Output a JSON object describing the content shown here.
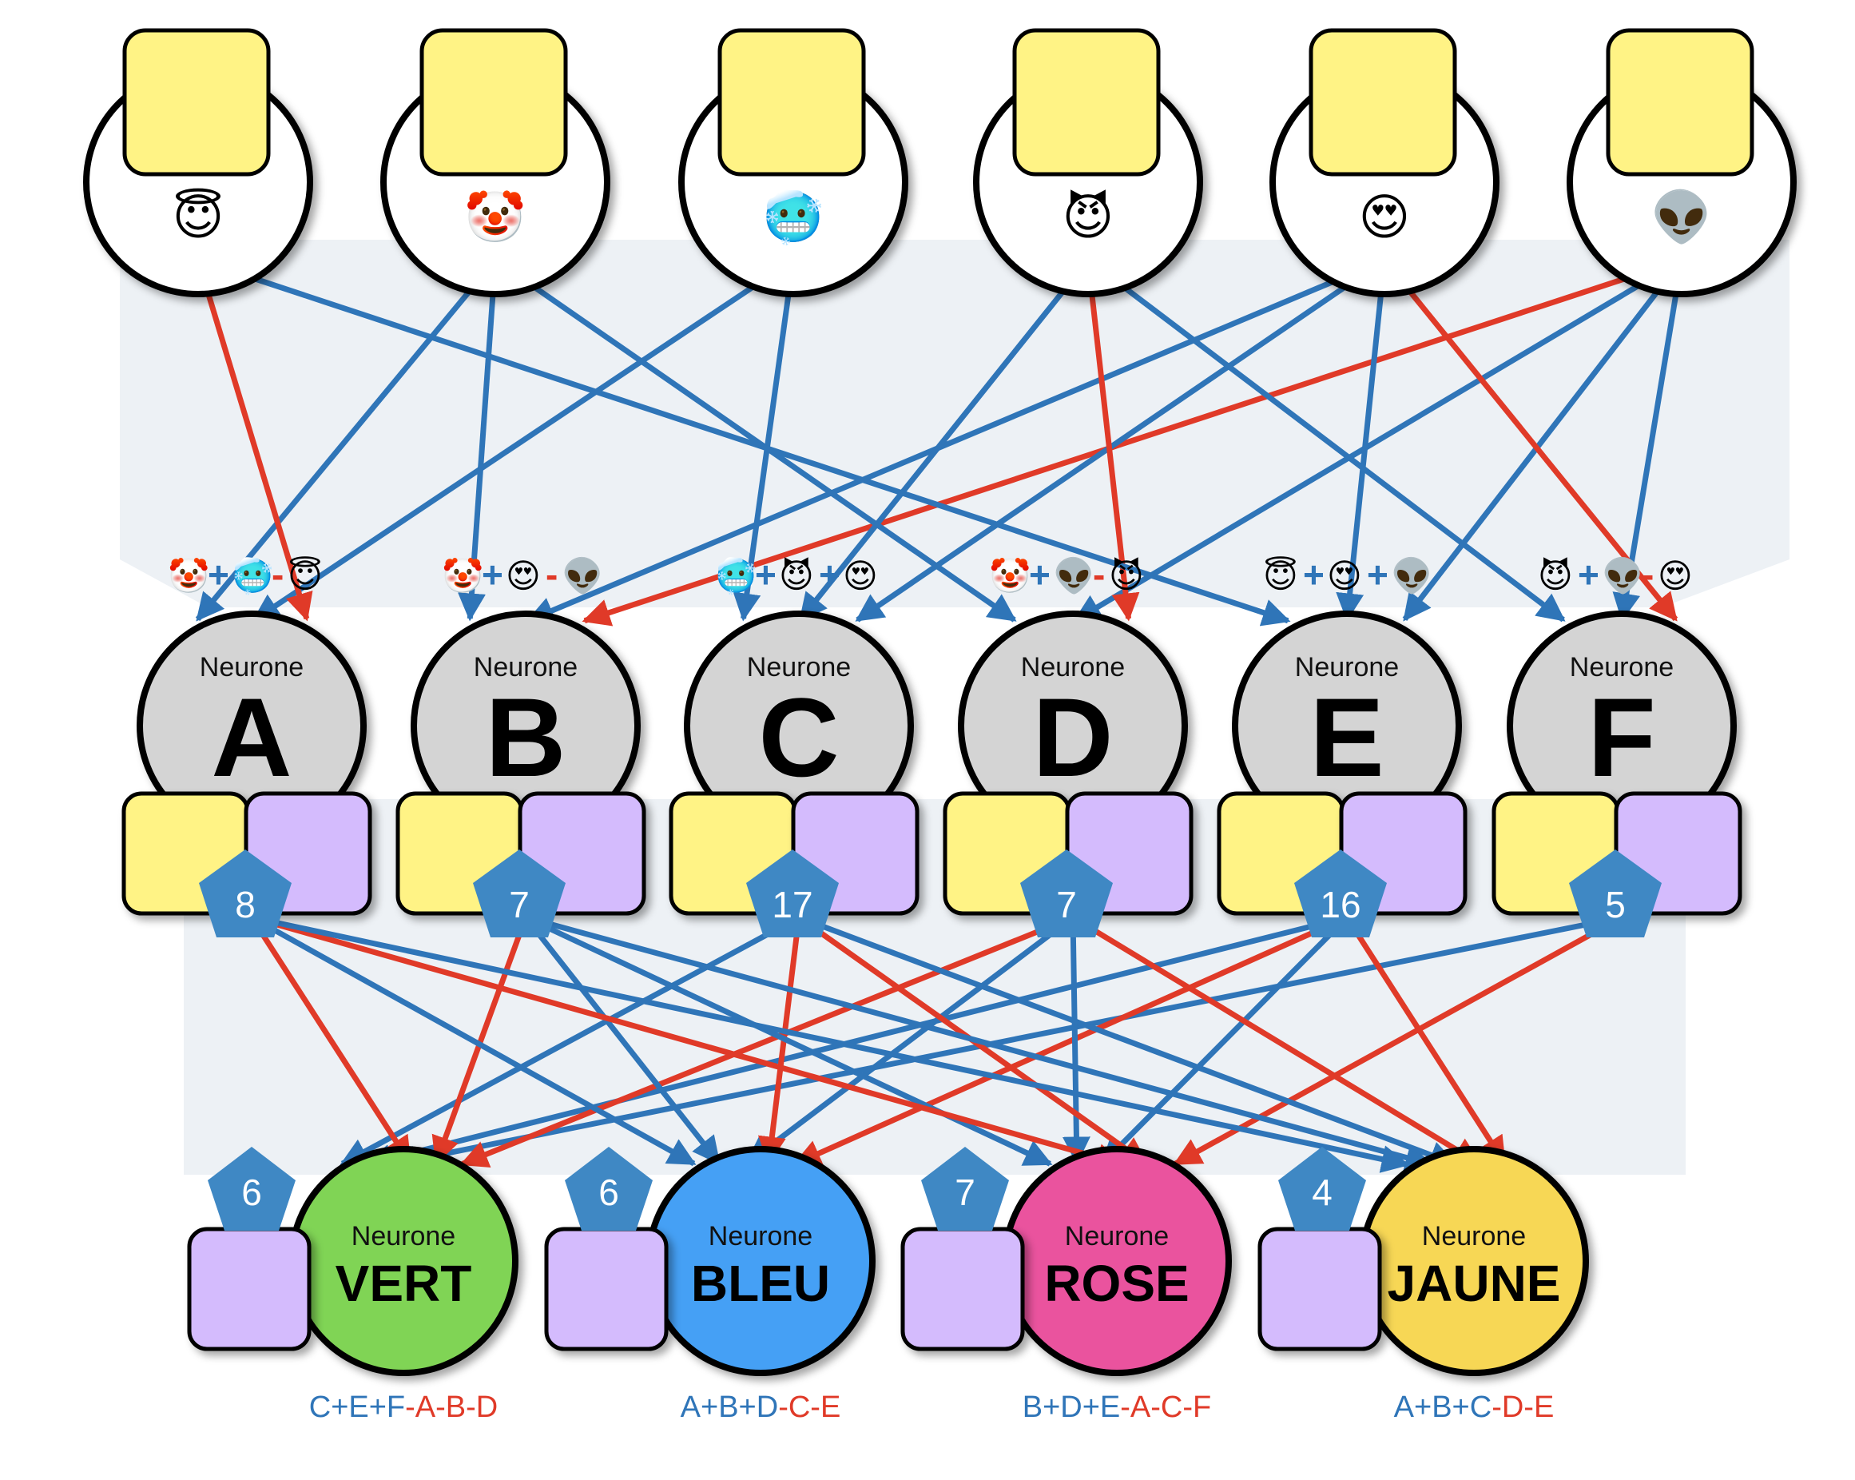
{
  "colors": {
    "positive": "#2f75b8",
    "negative": "#e03a28",
    "background_panel": "#edf1f5",
    "hidden_fill": "#d4d4d4",
    "card_yellow": "#fff385",
    "card_purple": "#d4bbfd",
    "badge": "#3f88c4",
    "VERT": "#80d455",
    "BLEU": "#44a0f5",
    "ROSE": "#ea539e",
    "JAUNE": "#f7d755"
  },
  "inputs": [
    {
      "id": "angel",
      "emoji": "😇",
      "icon": "smiling-face-with-halo-icon"
    },
    {
      "id": "clown",
      "emoji": "🤡",
      "icon": "clown-face-icon"
    },
    {
      "id": "cold",
      "emoji": "🥶",
      "icon": "cold-face-icon"
    },
    {
      "id": "devil",
      "emoji": "😈",
      "icon": "smiling-devil-icon"
    },
    {
      "id": "hearts",
      "emoji": "😍",
      "icon": "heart-eyes-face-icon"
    },
    {
      "id": "alien",
      "emoji": "👽",
      "icon": "alien-icon"
    }
  ],
  "hidden": [
    {
      "id": "A",
      "word": "Neurone",
      "letter": "A",
      "badge": "8",
      "terms": [
        {
          "src": "clown",
          "sign": "+"
        },
        {
          "src": "cold",
          "sign": "+"
        },
        {
          "src": "angel",
          "sign": "-"
        }
      ]
    },
    {
      "id": "B",
      "word": "Neurone",
      "letter": "B",
      "badge": "7",
      "terms": [
        {
          "src": "clown",
          "sign": "+"
        },
        {
          "src": "hearts",
          "sign": "+"
        },
        {
          "src": "alien",
          "sign": "-"
        }
      ]
    },
    {
      "id": "C",
      "word": "Neurone",
      "letter": "C",
      "badge": "17",
      "terms": [
        {
          "src": "cold",
          "sign": "+"
        },
        {
          "src": "devil",
          "sign": "+"
        },
        {
          "src": "hearts",
          "sign": "+"
        }
      ]
    },
    {
      "id": "D",
      "word": "Neurone",
      "letter": "D",
      "badge": "7",
      "terms": [
        {
          "src": "clown",
          "sign": "+"
        },
        {
          "src": "alien",
          "sign": "+"
        },
        {
          "src": "devil",
          "sign": "-"
        }
      ]
    },
    {
      "id": "E",
      "word": "Neurone",
      "letter": "E",
      "badge": "16",
      "terms": [
        {
          "src": "angel",
          "sign": "+"
        },
        {
          "src": "hearts",
          "sign": "+"
        },
        {
          "src": "alien",
          "sign": "+"
        }
      ]
    },
    {
      "id": "F",
      "word": "Neurone",
      "letter": "F",
      "badge": "5",
      "terms": [
        {
          "src": "devil",
          "sign": "+"
        },
        {
          "src": "alien",
          "sign": "+"
        },
        {
          "src": "hearts",
          "sign": "-"
        }
      ]
    }
  ],
  "outputs": [
    {
      "id": "VERT",
      "word": "Neurone",
      "name": "VERT",
      "badge": "6",
      "plus": [
        "C",
        "E",
        "F"
      ],
      "minus": [
        "A",
        "B",
        "D"
      ],
      "formula_plus": "C+E+F",
      "formula_minus": "-A-B-D"
    },
    {
      "id": "BLEU",
      "word": "Neurone",
      "name": "BLEU",
      "badge": "6",
      "plus": [
        "A",
        "B",
        "D"
      ],
      "minus": [
        "C",
        "E"
      ],
      "formula_plus": "A+B+D",
      "formula_minus": "-C-E"
    },
    {
      "id": "ROSE",
      "word": "Neurone",
      "name": "ROSE",
      "badge": "7",
      "plus": [
        "B",
        "D",
        "E"
      ],
      "minus": [
        "A",
        "C",
        "F"
      ],
      "formula_plus": "B+D+E",
      "formula_minus": "-A-C-F"
    },
    {
      "id": "JAUNE",
      "word": "Neurone",
      "name": "JAUNE",
      "badge": "4",
      "plus": [
        "A",
        "B",
        "C"
      ],
      "minus": [
        "D",
        "E"
      ],
      "formula_plus": "A+B+C",
      "formula_minus": "-D-E"
    }
  ]
}
